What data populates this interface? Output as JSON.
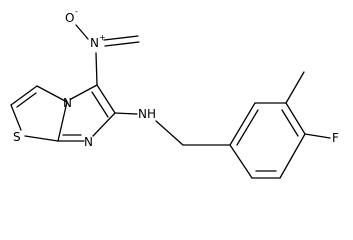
{
  "structure": {
    "atoms": {
      "o_minus": "O",
      "o_minus_charge": "-",
      "n_plus": "N",
      "n_plus_charge": "+",
      "n_bridge": "N",
      "n_ring": "N",
      "s_ring": "S",
      "nh": "NH",
      "f": "F"
    }
  }
}
